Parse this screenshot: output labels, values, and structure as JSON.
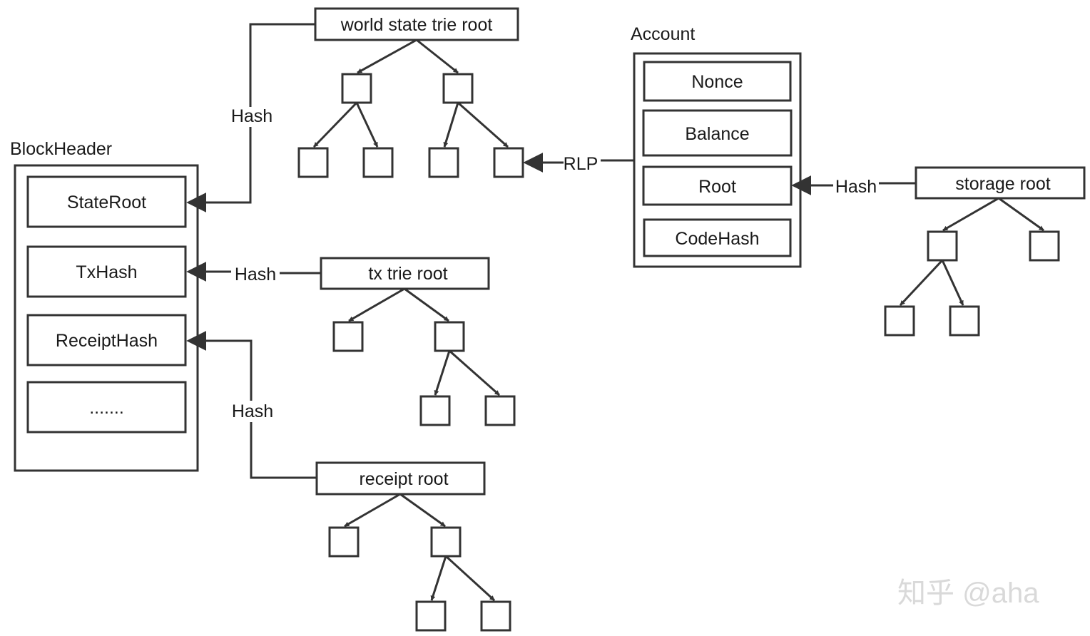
{
  "blockheader": {
    "title": "BlockHeader",
    "fields": [
      "StateRoot",
      "TxHash",
      "ReceiptHash",
      "......."
    ]
  },
  "account": {
    "title": "Account",
    "fields": [
      "Nonce",
      "Balance",
      "Root",
      "CodeHash"
    ]
  },
  "tries": {
    "world_state": "world state trie root",
    "tx": "tx trie root",
    "receipt": "receipt root",
    "storage": "storage root"
  },
  "edges": {
    "world_hash": "Hash",
    "tx_hash": "Hash",
    "receipt_hash": "Hash",
    "rlp": "RLP",
    "storage_hash": "Hash"
  },
  "watermark": "知乎 @aha",
  "colors": {
    "stroke": "#333333",
    "text": "#1a1a1a",
    "watermark": "#d9d9d9"
  }
}
